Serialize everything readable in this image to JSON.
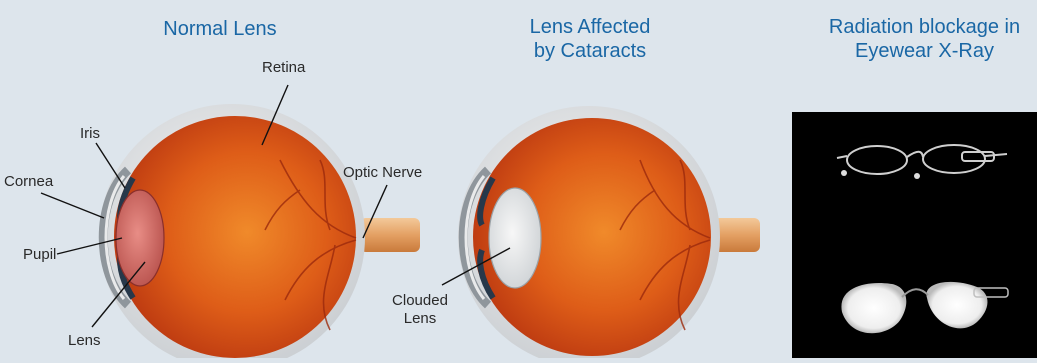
{
  "headings": {
    "normal": "Normal Lens",
    "cataract_line1": "Lens Affected",
    "cataract_line2": "by Cataracts",
    "radiation_line1": "Radiation blockage in",
    "radiation_line2": "Eyewear X-Ray"
  },
  "labels": {
    "retina": "Retina",
    "iris": "Iris",
    "optic_nerve": "Optic Nerve",
    "cornea": "Cornea",
    "pupil": "Pupil",
    "lens": "Lens",
    "clouded_line1": "Clouded",
    "clouded_line2": "Lens"
  },
  "colors": {
    "heading": "#1a67a5",
    "background": "#dde5ec",
    "eye_interior": "#d9561a",
    "xray_background": "#000000"
  }
}
